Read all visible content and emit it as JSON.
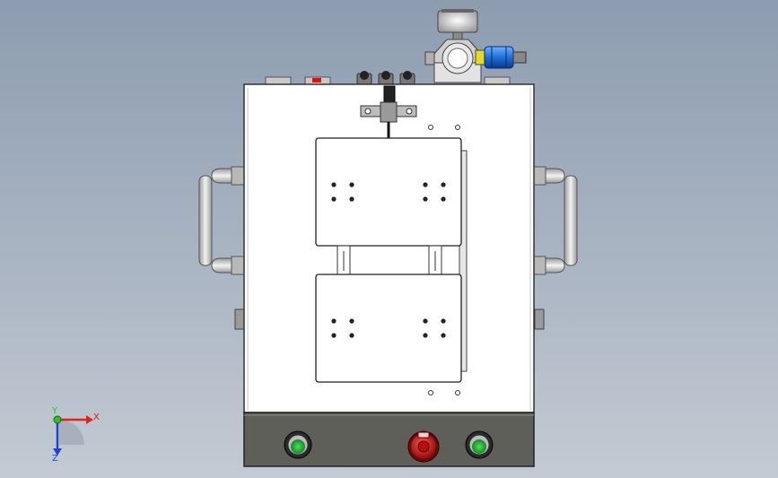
{
  "triad": {
    "x_label": "X",
    "y_label": "Y",
    "z_label": "Z",
    "x_color": "#e0231b",
    "y_color": "#2fbf2f",
    "z_color": "#2140d8"
  },
  "model": {
    "panel_color": "#5f5f5a",
    "button_green": "#22b43a",
    "button_red": "#c81414",
    "fitting_blue": "#1e6fd8",
    "fitting_yellow": "#e8d820",
    "indicator_red": "#e01010"
  },
  "icons": [
    "gauge-icon",
    "emergency-stop-icon",
    "green-pushbutton-icon",
    "axis-triad-icon"
  ]
}
